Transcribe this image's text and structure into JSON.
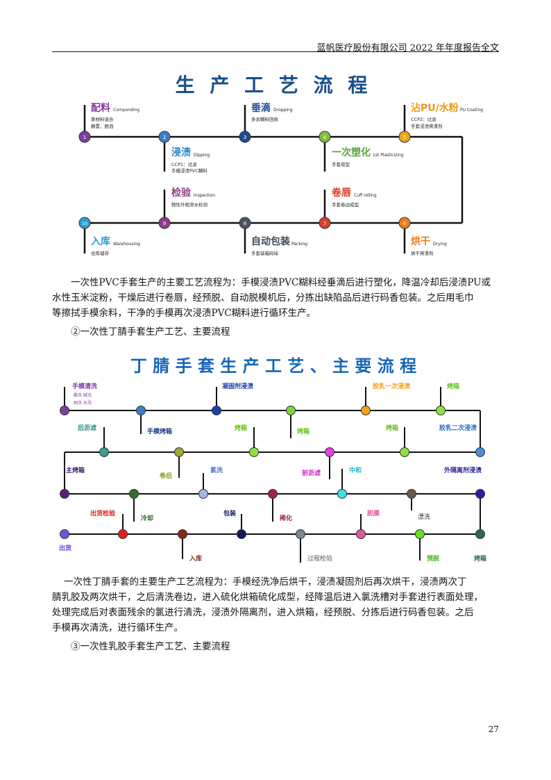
{
  "header": {
    "title": "蓝帆医疗股份有限公司 2022 年年度报告全文"
  },
  "pvc": {
    "title": "生 产 工 艺 流 程",
    "steps": [
      {
        "no": "1",
        "name": "配料",
        "en": "Componding",
        "desc1": "原材料混合",
        "desc2": "静置、脱泡"
      },
      {
        "no": "2",
        "name": "浸渍",
        "en": "Dipping",
        "desc1": "CCP1：过滤",
        "desc2": "手模浸渍PVC糊料"
      },
      {
        "no": "3",
        "name": "垂滴",
        "en": "Dropping",
        "desc1": "多余糊料回收",
        "desc2": ""
      },
      {
        "no": "4",
        "name": "一次塑化",
        "en": "1st Plasticizing",
        "desc1": "手套成型",
        "desc2": ""
      },
      {
        "no": "5",
        "name": "沾PU/水粉",
        "en": "PU Coating",
        "desc1": "CCP2：过滤",
        "desc2": "手套浸渍爽滑剂"
      },
      {
        "no": "6",
        "name": "烘干",
        "en": "Drying",
        "desc1": "烘干爽滑剂",
        "desc2": ""
      },
      {
        "no": "7",
        "name": "卷唇",
        "en": "Cuff rolling",
        "desc1": "手套卷边成型",
        "desc2": ""
      },
      {
        "no": "8",
        "name": "自动包装",
        "en": "Packing",
        "desc1": "手套装箱码垛",
        "desc2": ""
      },
      {
        "no": "9",
        "name": "检验",
        "en": "Inspection",
        "desc1": "物性外观渗水检测",
        "desc2": ""
      },
      {
        "no": "10",
        "name": "入库",
        "en": "Warehousing",
        "desc1": "仓库储存",
        "desc2": ""
      }
    ]
  },
  "para1": {
    "line1": "一次性PVC手套生产的主要工艺流程为：手模浸渍PVC糊料经垂滴后进行塑化，降温冷却后浸渍PU或",
    "line2": "水性玉米淀粉，干燥后进行卷唇，经预脱、自动脱模机后，分拣出缺陷品后进行码香包装。之后用毛巾",
    "line3": "等擦拭手模余料，干净的手模再次浸渍PVC糊料进行循环生产。"
  },
  "heading2": "②一次性丁腈手套生产工艺、主要流程",
  "nitrile": {
    "title": "丁 腈 手 套 生 产 工 艺 、 主 要 流 程",
    "wash_sub1": "酸洗  碱洗",
    "wash_sub2": "刷洗  水洗",
    "labels": {
      "wash": "手模清洗",
      "coag": "凝固剂浸渍",
      "latex1": "胶乳一次浸渍",
      "oven_top": "烤箱",
      "mold_oven": "手模烤箱",
      "oven_r2a": "烤箱",
      "oven_r2b": "烤箱",
      "oven_r2c": "烤箱",
      "post_drain": "后沥滤",
      "latex2": "胶乳二次浸渍",
      "main_oven": "主烤箱",
      "curl": "卷后",
      "chlorine": "氯洗",
      "pre_drain": "前沥滤",
      "neutral": "中和",
      "ext_release": "外隔离剂浸渍",
      "ship_check": "出货检验",
      "cool": "冷却",
      "pack": "包装",
      "vulc": "稀化",
      "strip": "脱膜",
      "rinse": "漂洗",
      "ship": "出货",
      "store": "入库",
      "process_check": "过程检验",
      "pre_strip": "预脱",
      "oven_r4": "烤箱"
    }
  },
  "para2": {
    "line1": "一次性丁腈手套的主要生产工艺流程为：手模经洗净后烘干，浸渍凝固剂后再次烘干，浸渍两次丁",
    "line2": "腈乳胶及两次烘干，之后清洗卷边，进入硫化烘箱硫化成型，经降温后进入氯洗槽对手套进行表面处理，",
    "line3": "处理完成后对表面残余的氯进行清洗，浸渍外隔离剂，进入烘箱，经预脱、分拣后进行码香包装。之后",
    "line4": "手模再次清洗，进行循环生产。"
  },
  "heading3": "③一次性乳胶手套生产工艺、主要流程",
  "page_number": "27",
  "colors": {
    "line": "#111111",
    "title_blue": "#1b4f8c",
    "nitrile_title": "#1565b8"
  }
}
